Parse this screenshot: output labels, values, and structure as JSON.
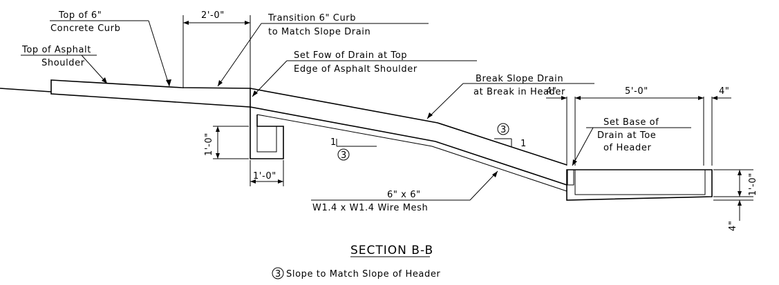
{
  "labels": {
    "curb_top_line1": "Top of 6\"",
    "curb_top_line2": "Concrete Curb",
    "asphalt_top_line1": "Top of Asphalt",
    "asphalt_top_line2": "Shoulder",
    "dim_two_ft": "2'-0\"",
    "transition_line1": "Transition 6\" Curb",
    "transition_line2": "to Match Slope Drain",
    "set_fow_line1": "Set Fow of Drain at Top",
    "set_fow_line2": "Edge of Asphalt Shoulder",
    "break_line1": "Break Slope Drain",
    "break_line2": "at Break in Header",
    "dim_four_left": "4\"",
    "dim_five_ft": "5'-0\"",
    "dim_four_right": "4\"",
    "base_line1": "Set Base of",
    "base_line2": "Drain at Toe",
    "base_line3": "of Header",
    "slope_one_right": "1",
    "slope_one_left": "1",
    "slope_circle": "3",
    "dim_one_ft_vert_left": "1'-0\"",
    "dim_one_ft_horiz": "1'-0\"",
    "dim_one_ft_vert_right": "1'-0\"",
    "dim_four_bottom": "4\"",
    "mesh_line1": "6\" x 6\"",
    "mesh_line2": "W1.4 x W1.4 Wire Mesh"
  },
  "title": {
    "section": "SECTION B-B",
    "note_marker": "3",
    "note": "Slope to Match Slope of Header"
  }
}
